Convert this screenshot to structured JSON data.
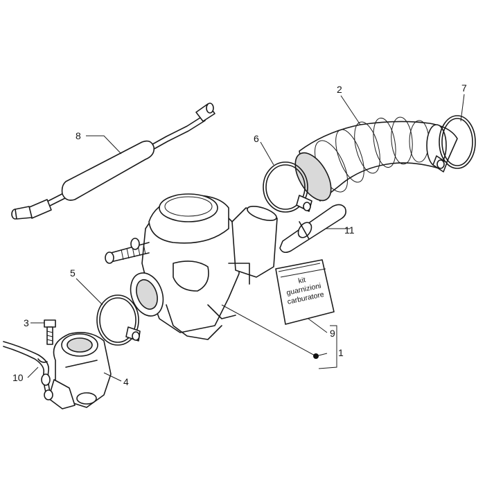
{
  "callouts": [
    {
      "id": "1",
      "label": "1"
    },
    {
      "id": "2",
      "label": "2"
    },
    {
      "id": "3",
      "label": "3"
    },
    {
      "id": "4",
      "label": "4"
    },
    {
      "id": "5",
      "label": "5"
    },
    {
      "id": "6",
      "label": "6"
    },
    {
      "id": "7",
      "label": "7"
    },
    {
      "id": "8",
      "label": "8"
    },
    {
      "id": "9",
      "label": "9"
    },
    {
      "id": "10",
      "label": "10"
    },
    {
      "id": "11",
      "label": "11"
    }
  ],
  "kit_bag": {
    "line1": "kit",
    "line2": "guarnizioni",
    "line3": "carburatore"
  }
}
